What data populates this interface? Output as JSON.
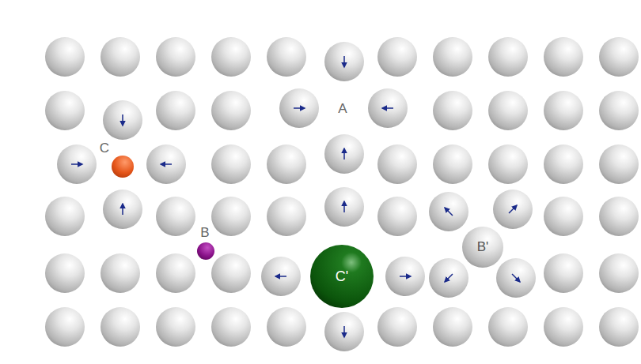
{
  "diagram": {
    "nodes": [
      {
        "text": [
          "B'"
        ]
      },
      {
        "text": [
          "C'"
        ]
      }
    ],
    "labels": [
      "A",
      "B",
      "C"
    ]
  }
}
